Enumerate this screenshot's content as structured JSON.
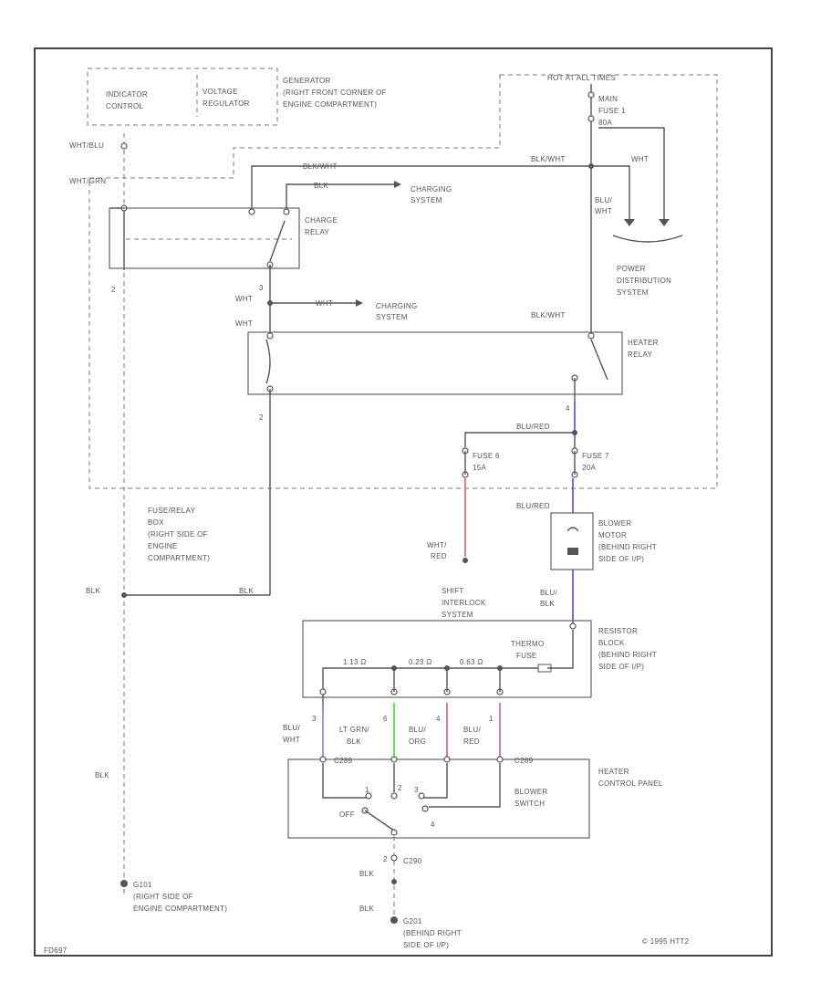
{
  "labels": {
    "indicator": "INDICATOR",
    "control": "CONTROL",
    "voltage": "VOLTAGE",
    "regulator": "REGULATOR",
    "generator_1": "GENERATOR",
    "generator_2": "(RIGHT FRONT CORNER OF",
    "generator_3": "ENGINE COMPARTMENT)",
    "hot_at_all_times": "HOT AT ALL TIMES",
    "main_fuse_1": "MAIN",
    "main_fuse_2": "FUSE 1",
    "main_fuse_3": "80A",
    "wht_blu": "WHT/BLU",
    "wht_grn": "WHT/GRN",
    "blk_wht_top": "BLK/WHT",
    "blk_wht_right": "BLK/WHT",
    "blk": "BLK",
    "charging_system_1": "CHARGING",
    "charging_system_1b": "SYSTEM",
    "wht_right": "WHT",
    "blu_wht_1": "BLU/",
    "blu_wht_2": "WHT",
    "charge_relay_1": "CHARGE",
    "charge_relay_2": "RELAY",
    "num_2_left": "2",
    "power_distribution_1": "POWER",
    "power_distribution_2": "DISTRIBUTION",
    "power_distribution_3": "SYSTEM",
    "wht_a": "WHT",
    "num_3": "3",
    "wht_b": "WHT",
    "charging_system_2": "CHARGING",
    "charging_system_2b": "SYSTEM",
    "blk_wht_heater": "BLK/WHT",
    "heater_relay_1": "HEATER",
    "heater_relay_2": "RELAY",
    "num_2_mid": "2",
    "num_4": "4",
    "blu_red": "BLU/RED",
    "fuse6_1": "FUSE 6",
    "fuse6_2": "15A",
    "fuse7_1": "FUSE 7",
    "fuse7_2": "20A",
    "fuse_box_1": "FUSE/RELAY",
    "fuse_box_2": "BOX",
    "fuse_box_3": "(RIGHT SIDE OF",
    "fuse_box_4": "ENGINE",
    "fuse_box_5": "COMPARTMENT)",
    "blu_red_2": "BLU/RED",
    "blower_motor_1": "BLOWER",
    "blower_motor_2": "MOTOR",
    "blower_motor_3": "(BEHIND RIGHT",
    "blower_motor_4": "SIDE OF I/P)",
    "wht_red_1": "WHT/",
    "wht_red_2": "RED",
    "blk_left": "BLK",
    "blk_mid": "BLK",
    "shift_interlock_1": "SHIFT",
    "shift_interlock_2": "INTERLOCK",
    "shift_interlock_3": "SYSTEM",
    "blu_blk_1": "BLU/",
    "blu_blk_2": "BLK",
    "resistor_1": "RESISTOR",
    "resistor_2": "BLOCK",
    "resistor_3": "(BEHIND RIGHT",
    "resistor_4": "SIDE OF I/P)",
    "thermo_fuse_1": "THERMO",
    "thermo_fuse_2": "FUSE",
    "ohm_1": "1.13 Ω",
    "ohm_2": "0.23 Ω",
    "ohm_3": "0.63 Ω",
    "pin_3": "3",
    "pin_6": "6",
    "pin_4": "4",
    "pin_1": "1",
    "wire_blu_wht_1": "BLU/",
    "wire_blu_wht_2": "WHT",
    "wire_lt_grn_1": "LT GRN/",
    "wire_lt_grn_2": "BLK",
    "wire_blu_org_1": "BLU/",
    "wire_blu_org_2": "ORG",
    "wire_blu_red_1": "BLU/",
    "wire_blu_red_2": "RED",
    "blk_side": "BLK",
    "c289_left": "C289",
    "c289_right": "C289",
    "heater_cp_1": "HEATER",
    "heater_cp_2": "CONTROL PANEL",
    "blower_switch_1": "BLOWER",
    "blower_switch_2": "SWITCH",
    "off": "OFF",
    "sw_1": "1",
    "sw_2": "2",
    "sw_3": "3",
    "sw_4": "4",
    "pin_2_bottom": "2",
    "c290": "C290",
    "blk_bottom_1": "BLK",
    "blk_bottom_2": "BLK",
    "g101_1": "G101",
    "g101_2": "(RIGHT SIDE OF",
    "g101_3": "ENGINE COMPARTMENT)",
    "g201_1": "G201",
    "g201_2": "(BEHIND RIGHT",
    "g201_3": "SIDE OF I/P)",
    "copyright": "© 1995 HTT2",
    "figure_id": "FD697"
  },
  "colors": {
    "wire": "#555555",
    "blu_wire": "#4a4af0",
    "red_wire": "#e06060",
    "grn_wire": "#3ad83a",
    "pink_wire": "#c060a0",
    "purple_wire": "#9a7ad8"
  }
}
